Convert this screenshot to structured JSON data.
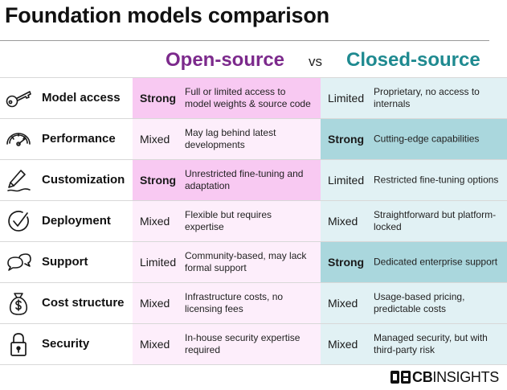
{
  "title": "Foundation models comparison",
  "columns": {
    "open": "Open-source",
    "vs": "vs",
    "closed": "Closed-source"
  },
  "colors": {
    "open_heading": "#7c2a8c",
    "closed_heading": "#1f8a90",
    "open_strong_bg": "#f8c9f2",
    "open_other_bg": "#fdeefb",
    "closed_strong_bg": "#aad7dd",
    "closed_other_bg": "#e1f1f4"
  },
  "rows": [
    {
      "icon": "key-icon",
      "feature": "Model access",
      "open_rating": "Strong",
      "open_desc": "Full or limited access to model weights & source code",
      "closed_rating": "Limited",
      "closed_desc": "Proprietary, no access to internals"
    },
    {
      "icon": "speedometer-icon",
      "feature": "Performance",
      "open_rating": "Mixed",
      "open_desc": "May lag behind latest developments",
      "closed_rating": "Strong",
      "closed_desc": "Cutting-edge capabilities"
    },
    {
      "icon": "pen-icon",
      "feature": "Customization",
      "open_rating": "Strong",
      "open_desc": "Unrestricted fine-tuning and adaptation",
      "closed_rating": "Limited",
      "closed_desc": "Restricted fine-tuning options"
    },
    {
      "icon": "check-circle-icon",
      "feature": "Deployment",
      "open_rating": "Mixed",
      "open_desc": "Flexible but requires expertise",
      "closed_rating": "Mixed",
      "closed_desc": "Straightforward but platform-locked"
    },
    {
      "icon": "chat-bubbles-icon",
      "feature": "Support",
      "open_rating": "Limited",
      "open_desc": "Community-based, may lack formal support",
      "closed_rating": "Strong",
      "closed_desc": "Dedicated enterprise support"
    },
    {
      "icon": "money-bag-icon",
      "feature": "Cost structure",
      "open_rating": "Mixed",
      "open_desc": "Infrastructure costs, no licensing fees",
      "closed_rating": "Mixed",
      "closed_desc": "Usage-based pricing, predictable costs"
    },
    {
      "icon": "padlock-icon",
      "feature": "Security",
      "open_rating": "Mixed",
      "open_desc": "In-house security expertise required",
      "closed_rating": "Mixed",
      "closed_desc": "Managed security, but with third-party risk"
    }
  ],
  "logo": {
    "cb": "CB",
    "insights": "INSIGHTS",
    "icon": "cb-insights-logo-icon"
  }
}
